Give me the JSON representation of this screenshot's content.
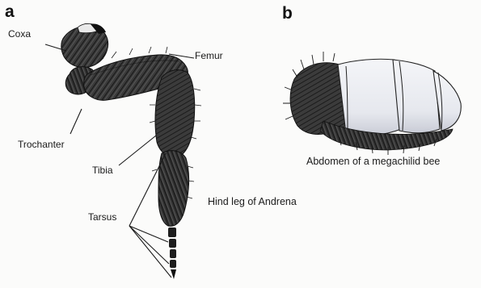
{
  "panels": {
    "a": {
      "letter": "a",
      "caption": "Hind leg of Andrena",
      "labels": {
        "coxa": "Coxa",
        "femur": "Femur",
        "trochanter": "Trochanter",
        "tibia": "Tibia",
        "tarsus": "Tarsus"
      }
    },
    "b": {
      "letter": "b",
      "caption": "Abdomen of a megachilid bee"
    }
  },
  "colors": {
    "ink": "#1a1a1a",
    "hair": "#2b2b2b",
    "segment_fill": "#e9ebf0"
  }
}
